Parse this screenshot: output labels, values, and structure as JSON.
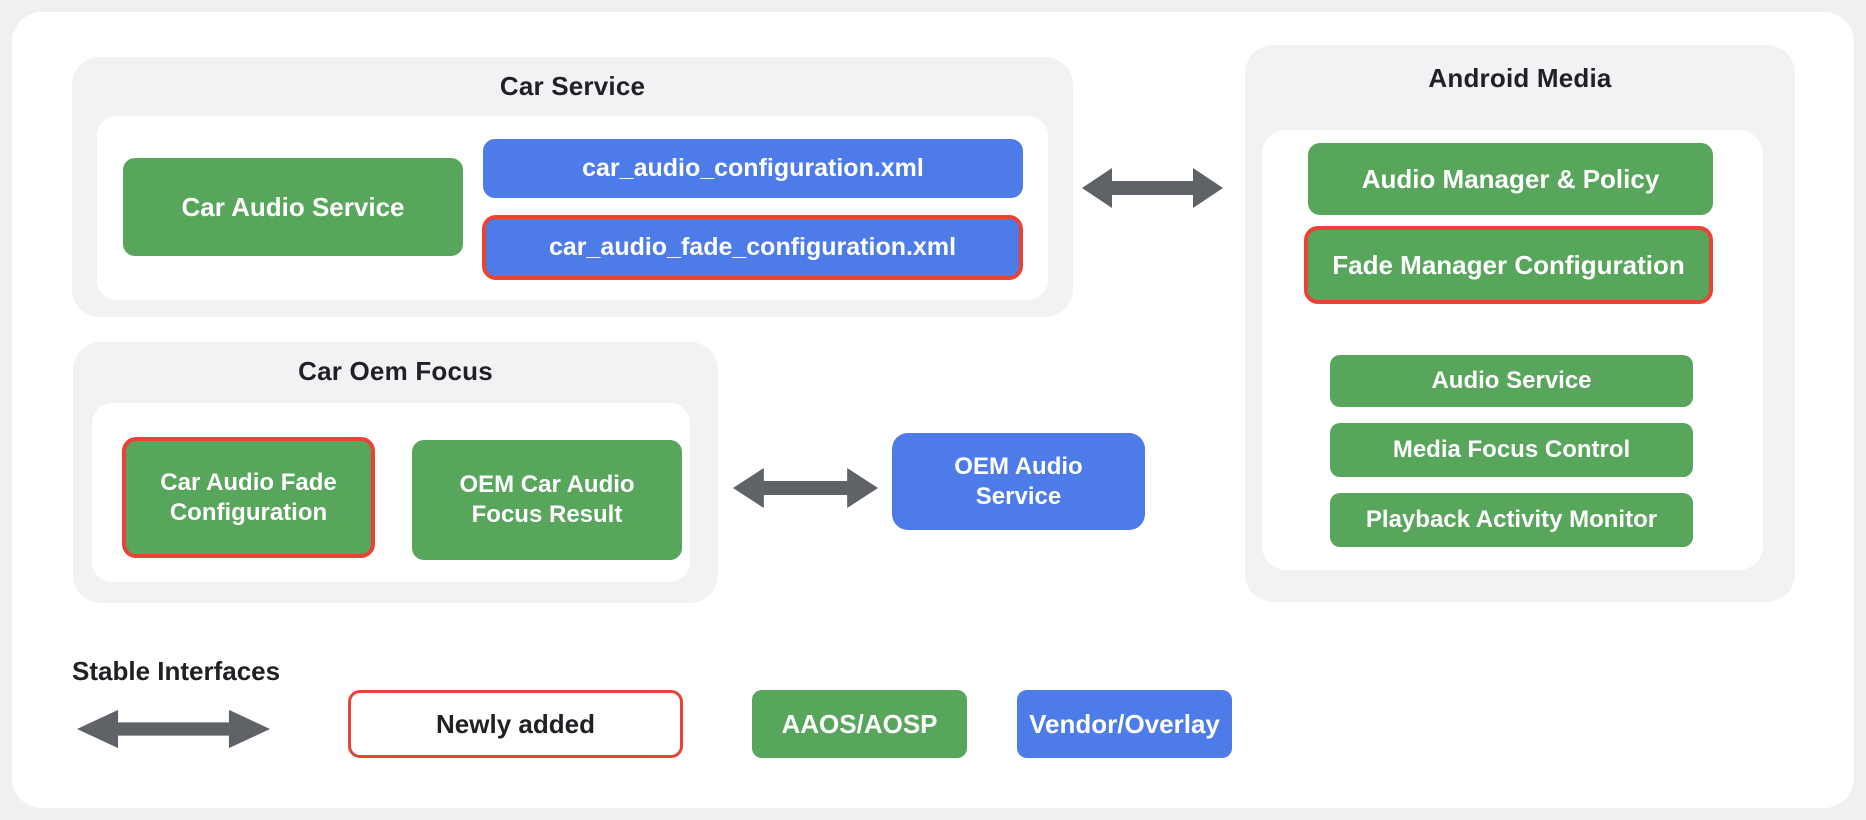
{
  "colors": {
    "page_background": "#eef0f2",
    "canvas_background": "#ffffff",
    "container_background": "#f1f2f3",
    "green": "#58A55C",
    "blue": "#4D7BE8",
    "red_outline": "#EA4335",
    "arrow_gray": "#5F6368",
    "title_text": "#202124",
    "box_text": "#ffffff"
  },
  "sections": {
    "car_service": {
      "title": "Car Service",
      "car_audio_service": "Car Audio Service",
      "config_xml": "car_audio_configuration.xml",
      "fade_config_xml": "car_audio_fade_configuration.xml"
    },
    "car_oem_focus": {
      "title": "Car Oem Focus",
      "car_audio_fade_configuration": "Car Audio Fade\nConfiguration",
      "oem_car_audio_focus_result": "OEM Car Audio\nFocus Result"
    },
    "android_media": {
      "title": "Android Media",
      "audio_manager_policy": "Audio Manager & Policy",
      "fade_manager_configuration": "Fade Manager Configuration",
      "audio_service": "Audio Service",
      "media_focus_control": "Media Focus Control",
      "playback_activity_monitor": "Playback Activity Monitor"
    },
    "oem_audio_service": "OEM Audio\nService"
  },
  "legend": {
    "stable_interfaces": "Stable Interfaces",
    "newly_added": "Newly added",
    "aaos_aosp": "AAOS/AOSP",
    "vendor_overlay": "Vendor/Overlay"
  }
}
